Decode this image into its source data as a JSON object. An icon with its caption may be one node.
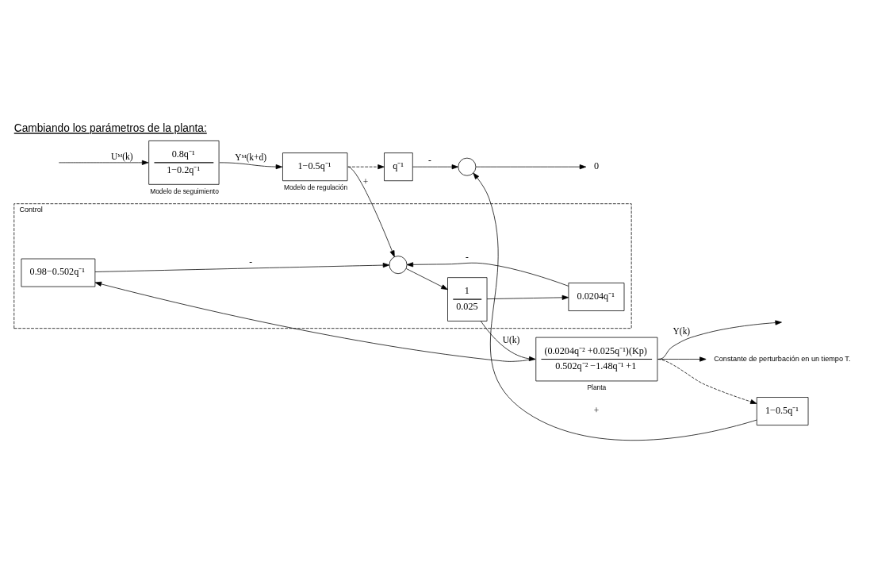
{
  "diagram": {
    "title": "Cambiando los parámetros de la planta:",
    "nodes": [
      {
        "text": [
          "Control"
        ]
      },
      {
        "text": [
          "0.8q⁻¹",
          "1−0.2q⁻¹"
        ],
        "beside": [
          "Modelo de seguimiento"
        ]
      },
      {
        "text": [
          "1−0.5q⁻¹"
        ],
        "beside": [
          "Modelo de regulación"
        ]
      },
      {
        "text": [],
        "shape": "circle",
        "in": 0
      },
      {
        "text": [
          "1",
          "0.025"
        ],
        "in": 0
      },
      {
        "text": [
          "0.0204q⁻¹"
        ],
        "in": 0
      },
      {
        "text": [
          "0.98−0.502q⁻¹"
        ],
        "in": 0
      },
      {
        "text": [
          "(0.0204q⁻² +0.025q⁻¹)(Kp)",
          "0.502q⁻² −1.48q⁻¹ +1"
        ],
        "beside": [
          "Planta"
        ]
      },
      {
        "text": [
          "Constante de perturbación en un tiempo T."
        ]
      },
      {
        "text": [
          "q⁻¹"
        ]
      },
      {
        "text": [],
        "shape": "circle"
      },
      {
        "text": [
          "1−0.5q⁻¹"
        ]
      },
      {
        "text": [
          "0"
        ]
      }
    ],
    "edges": [
      {
        "from": null,
        "to": 1,
        "arrow": "to",
        "label": "Uᴹ(k)"
      },
      {
        "from": 1,
        "to": 2,
        "arrow": "to",
        "label": "Yᴹ(k+d)"
      },
      {
        "from": 2,
        "to": 3,
        "arrow": "to",
        "label": "+"
      },
      {
        "from": 3,
        "to": 4,
        "arrow": "to"
      },
      {
        "from": 4,
        "to": 7,
        "arrow": "to",
        "label": "U(k)"
      },
      {
        "from": 7,
        "to": null,
        "arrow": "to",
        "label": "Y(k)"
      },
      {
        "from": 7,
        "to": 8,
        "arrow": "to"
      },
      {
        "from": 4,
        "to": 5,
        "arrow": "to"
      },
      {
        "from": 5,
        "to": 3,
        "arrow": "to",
        "label": "-"
      },
      {
        "from": 7,
        "to": 6,
        "arrow": "to"
      },
      {
        "from": 6,
        "to": 3,
        "arrow": "to",
        "label": "-"
      },
      {
        "from": 2,
        "to": 9,
        "arrow": "to",
        "style": "dashed"
      },
      {
        "from": 7,
        "to": 11,
        "arrow": "to",
        "style": "dashed"
      },
      {
        "from": 9,
        "to": 10,
        "arrow": "to",
        "label": "-"
      },
      {
        "from": 11,
        "to": 10,
        "arrow": "to",
        "label": "+"
      },
      {
        "from": 10,
        "to": 12,
        "arrow": "to"
      }
    ]
  }
}
